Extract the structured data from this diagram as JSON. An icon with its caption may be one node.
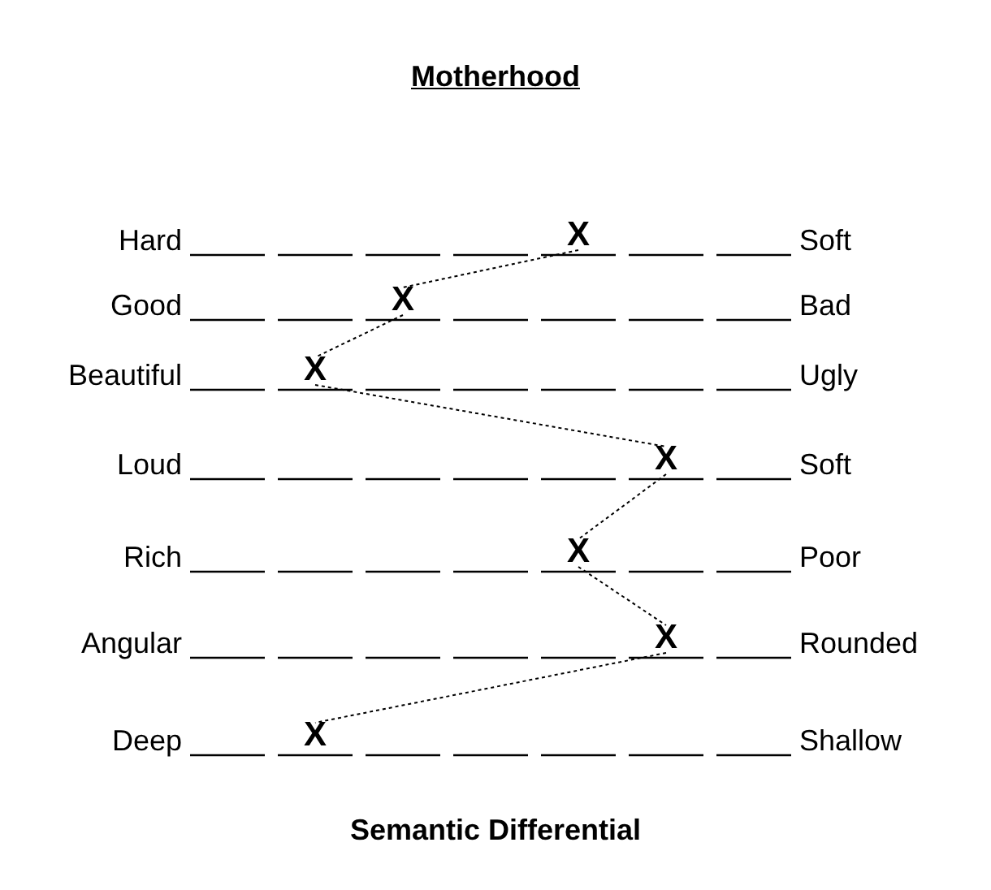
{
  "diagram": {
    "title": "Motherhood",
    "caption": "Semantic Differential",
    "nodes": [
      {
        "text": [
          "X"
        ]
      },
      {
        "text": [
          "X"
        ]
      },
      {
        "text": [
          "X"
        ]
      },
      {
        "text": [
          "X"
        ]
      },
      {
        "text": [
          "X"
        ]
      },
      {
        "text": [
          "X"
        ]
      },
      {
        "text": [
          "X"
        ]
      }
    ],
    "edges": [
      {
        "from": 0,
        "to": 1,
        "arrow": "none",
        "style": "dashed"
      },
      {
        "from": 1,
        "to": 2,
        "arrow": "none",
        "style": "dashed"
      },
      {
        "from": 2,
        "to": 3,
        "arrow": "none",
        "style": "dashed"
      },
      {
        "from": 3,
        "to": 4,
        "arrow": "none",
        "style": "dashed"
      },
      {
        "from": 4,
        "to": 5,
        "arrow": "none",
        "style": "dashed"
      },
      {
        "from": 5,
        "to": 6,
        "arrow": "none",
        "style": "dashed"
      }
    ],
    "labels": [
      "Hard",
      "Soft",
      "Good",
      "Bad",
      "Beautiful",
      "Ugly",
      "Loud",
      "Soft",
      "Rich",
      "Poor",
      "Angular",
      "Rounded",
      "Deep",
      "Shallow"
    ]
  }
}
